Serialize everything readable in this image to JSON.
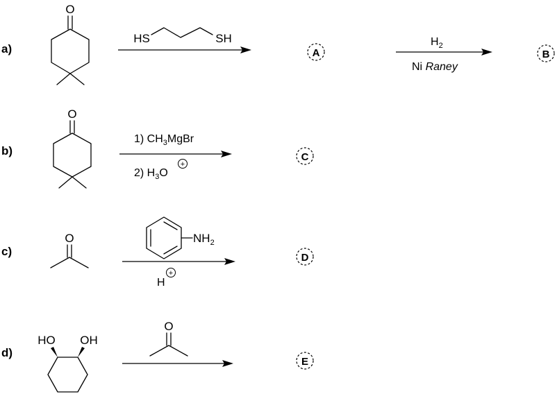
{
  "reactions": [
    {
      "label": "a)",
      "reagent_top_hs": "HS",
      "reagent_top_sh": "SH",
      "product": "A",
      "second_step_reagent_top": "H",
      "second_step_reagent_top_sub": "2",
      "second_step_reagent_bottom_ni": "Ni",
      "second_step_reagent_bottom_raney": "Raney",
      "second_product": "B"
    },
    {
      "label": "b)",
      "step1_prefix": "1) CH",
      "step1_sub": "3",
      "step1_suffix": "MgBr",
      "step2_prefix": "2) H",
      "step2_sub": "3",
      "step2_suffix": "O",
      "charge": "+",
      "product": "C"
    },
    {
      "label": "c)",
      "reagent_top_amine": "NH",
      "reagent_top_amine_sub": "2",
      "reagent_bottom": "H",
      "charge": "+",
      "product": "D"
    },
    {
      "label": "d)",
      "diol_left": "HO",
      "diol_right": "OH",
      "product": "E"
    }
  ],
  "atom_oxygen": "O"
}
